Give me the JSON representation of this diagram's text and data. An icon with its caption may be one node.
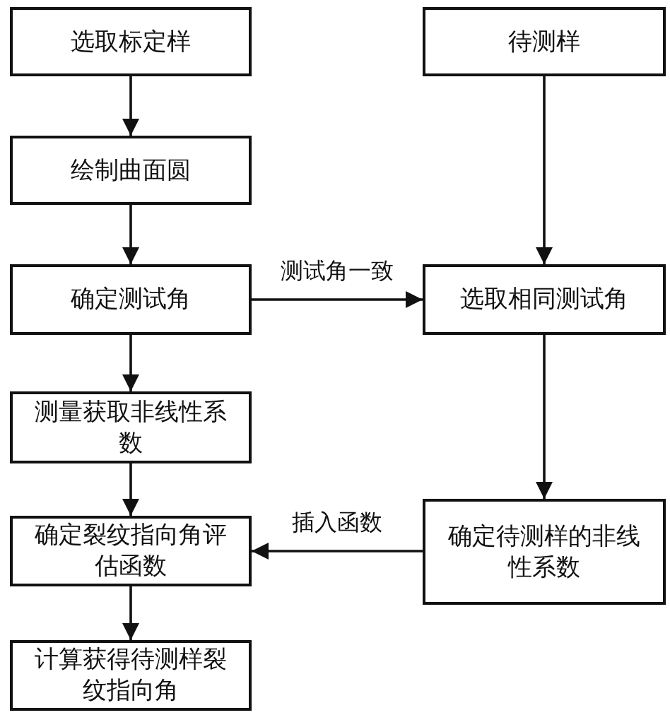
{
  "diagram": {
    "nodes": [
      {
        "text": [
          "选取标定样"
        ]
      },
      {
        "text": [
          "待测样"
        ]
      },
      {
        "text": [
          "绘制曲面圆"
        ]
      },
      {
        "text": [
          "确定测试角"
        ]
      },
      {
        "text": [
          "选取相同测试角"
        ]
      },
      {
        "text": [
          "测量获取非线性系数"
        ]
      },
      {
        "text": [
          "确定裂纹指向角评估函数"
        ]
      },
      {
        "text": [
          "确定待测样的非线性系数"
        ]
      },
      {
        "text": [
          "计算获得待测样裂纹指向角"
        ]
      }
    ],
    "edges": [
      {
        "from": 0,
        "to": 2,
        "arrow": "to"
      },
      {
        "from": 2,
        "to": 3,
        "arrow": "to"
      },
      {
        "from": 3,
        "to": 4,
        "arrow": "to",
        "label": "测试角一致"
      },
      {
        "from": 3,
        "to": 5,
        "arrow": "to"
      },
      {
        "from": 5,
        "to": 6,
        "arrow": "to"
      },
      {
        "from": 6,
        "to": 8,
        "arrow": "to"
      },
      {
        "from": 1,
        "to": 4,
        "arrow": "to"
      },
      {
        "from": 4,
        "to": 7,
        "arrow": "to"
      },
      {
        "from": 7,
        "to": 6,
        "arrow": "to",
        "label": "插入函数"
      }
    ]
  }
}
